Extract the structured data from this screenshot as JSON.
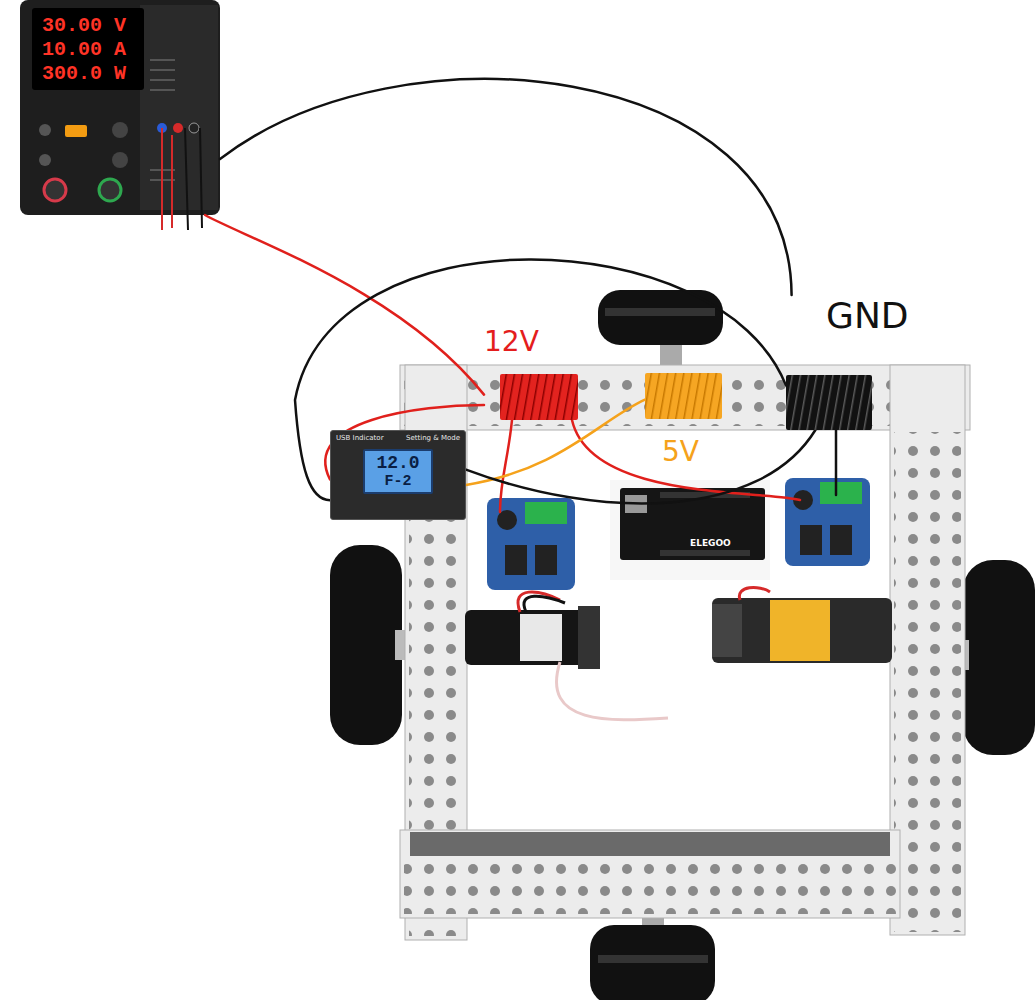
{
  "diagram": {
    "nodes": [
      {
        "text": [
          "30.00 V",
          "10.00 A",
          "300.0 W"
        ]
      },
      {
        "text": [
          "12V"
        ]
      },
      {
        "text": [
          "5V"
        ]
      },
      {
        "text": [
          "GND"
        ]
      },
      {
        "text": [
          "USB Indicator",
          "Setting & Mode",
          "12.0",
          "F-2"
        ]
      }
    ],
    "edges": [
      {
        "from": 0,
        "to": 1,
        "arrow": "none"
      },
      {
        "from": 0,
        "to": 3,
        "arrow": "none"
      },
      {
        "from": 1,
        "to": 4,
        "arrow": "none"
      },
      {
        "from": 4,
        "to": 2,
        "arrow": "none"
      },
      {
        "from": 3,
        "to": 4,
        "arrow": "none"
      },
      {
        "from": 4,
        "to": 3,
        "arrow": "none"
      }
    ],
    "labels": [
      "ELEGOO"
    ]
  }
}
